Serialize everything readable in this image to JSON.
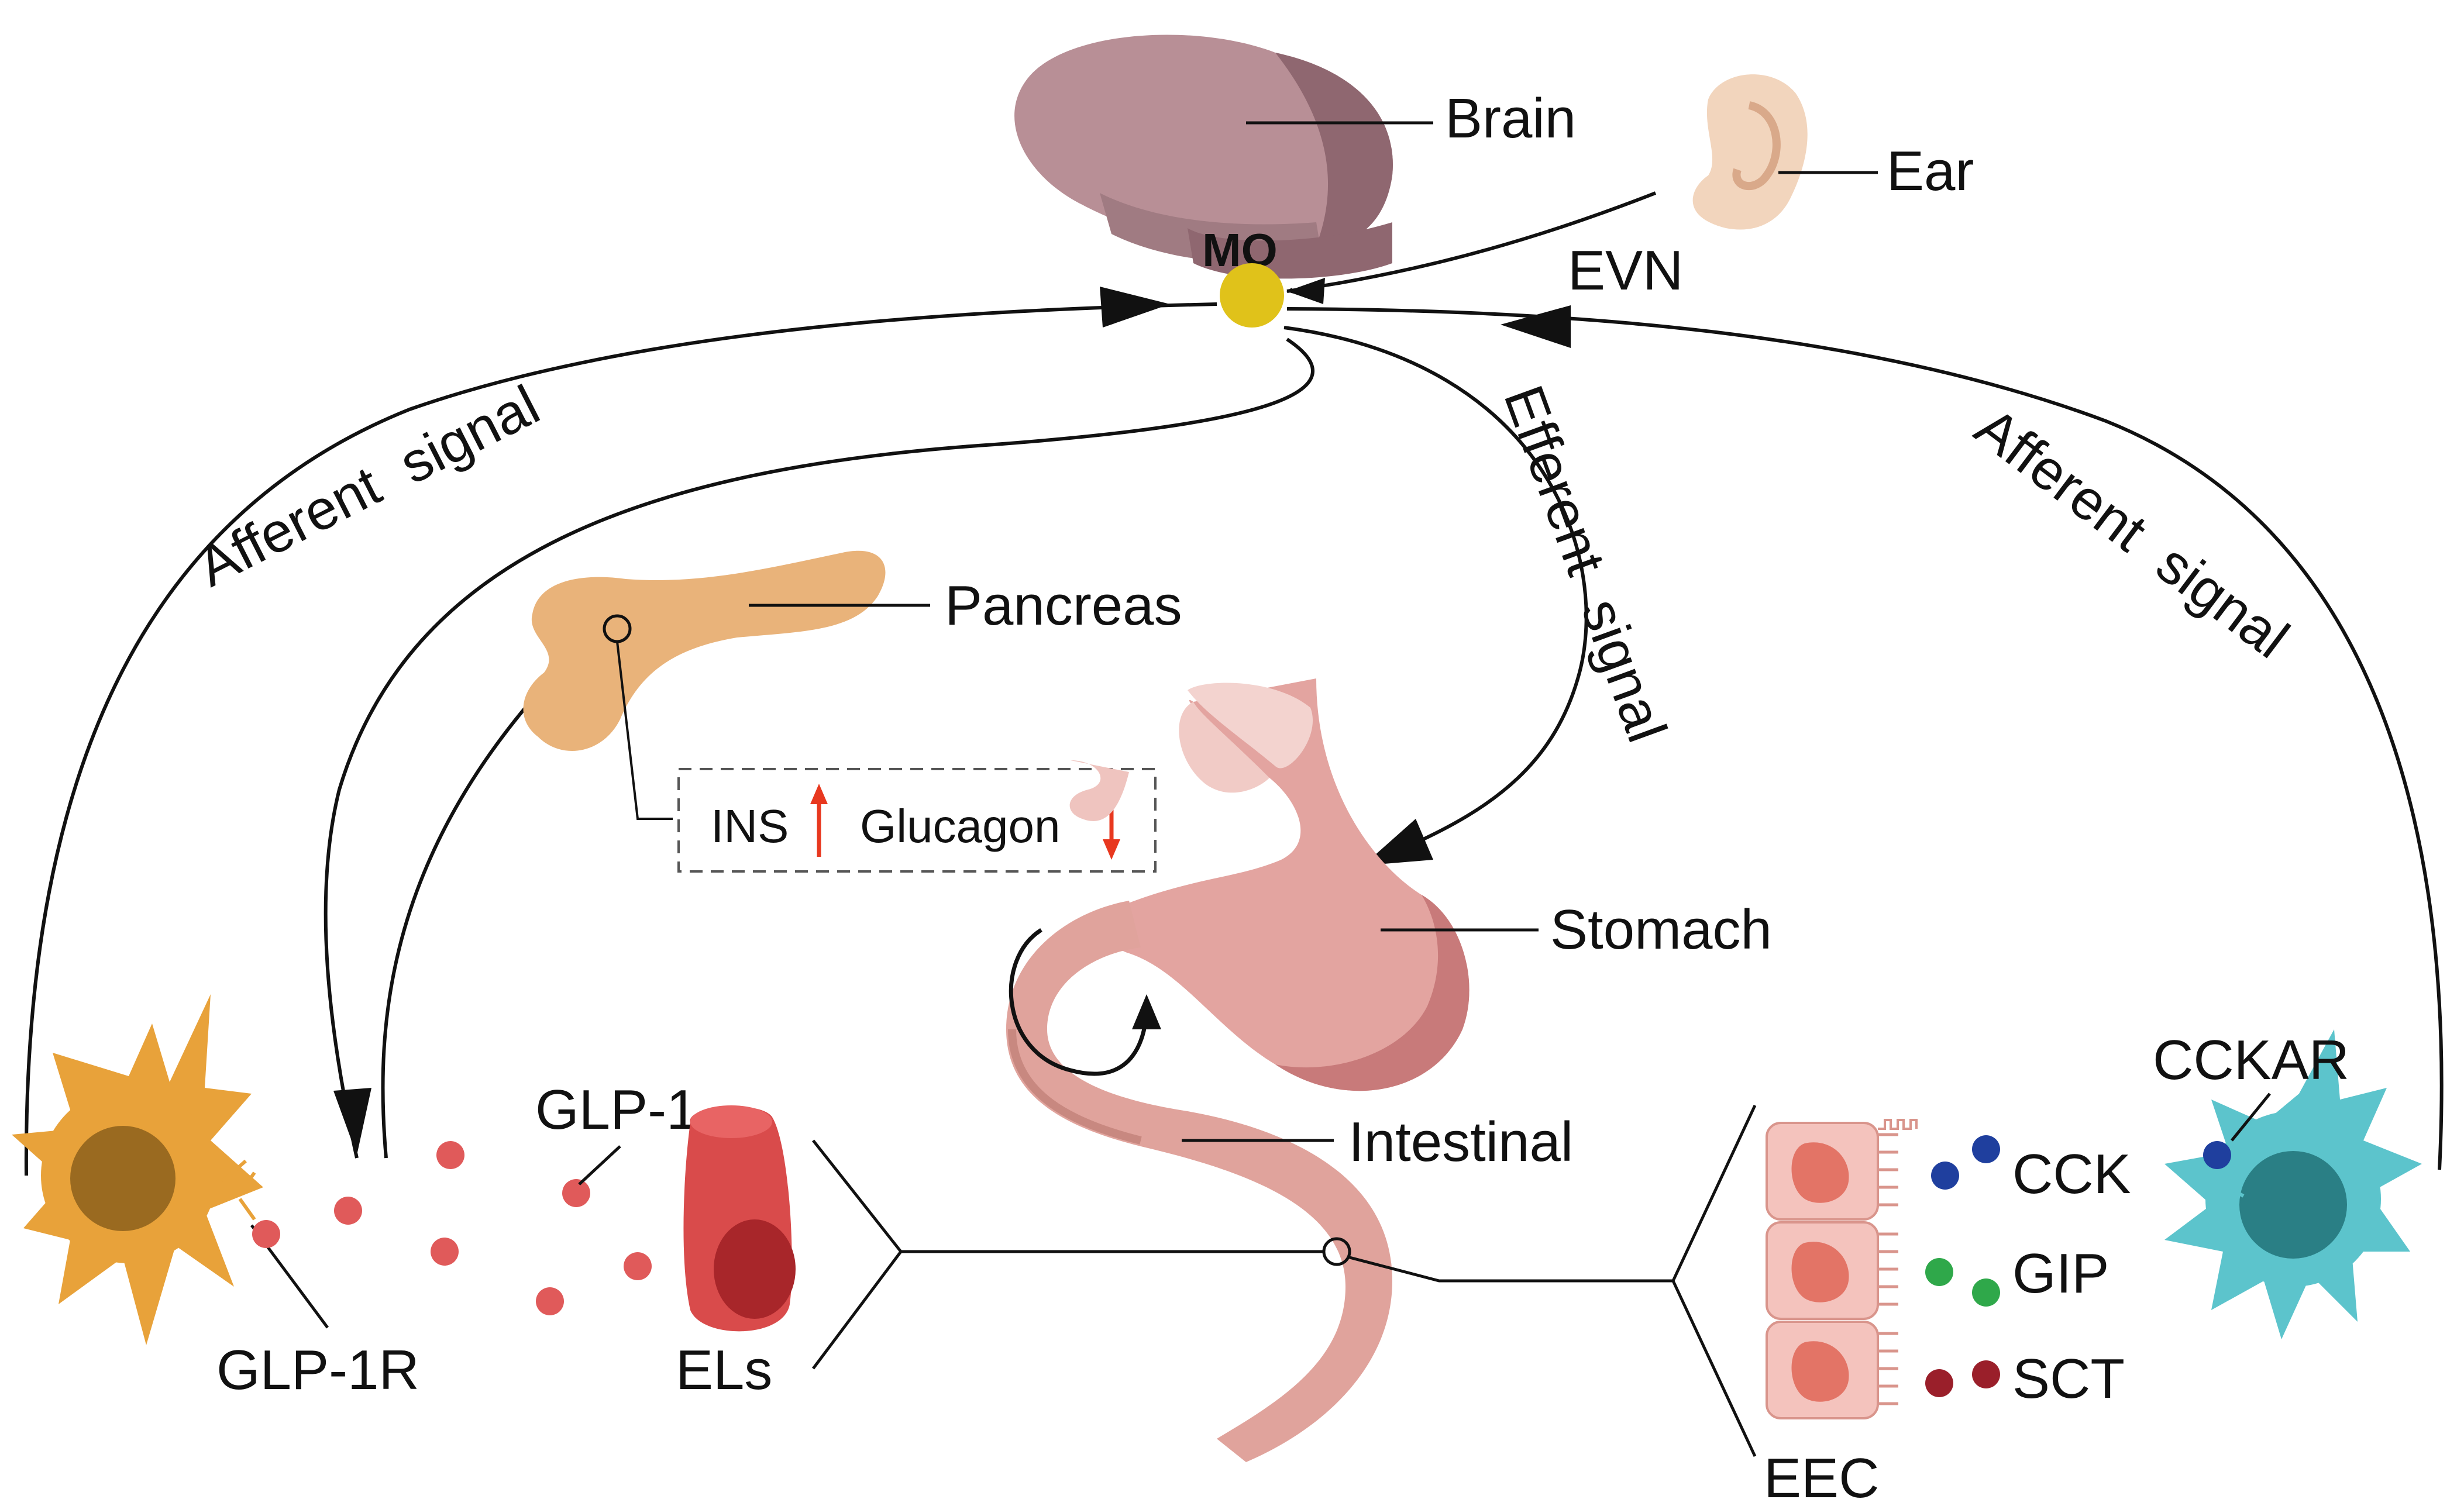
{
  "labels": {
    "brain": "Brain",
    "ear": "Ear",
    "mo": "MO",
    "evn": "EVN",
    "afferent_left": "Afferent  signal",
    "afferent_right": "Afferent  signal",
    "efferent": "Efferent  signal",
    "pancreas": "Pancreas",
    "ins": "INS",
    "glucagon": "Glucagon",
    "stomach": "Stomach",
    "intestinal": "Intestinal",
    "glp1": "GLP-1",
    "glp1r": "GLP-1R",
    "els": "ELs",
    "cckar": "CCKAR",
    "cck": "CCK",
    "gip": "GIP",
    "sct": "SCT",
    "eec": "EEC"
  },
  "colors": {
    "brain": "#b88f96",
    "brain_dark": "#8f6770",
    "mo_node": "#e0c21a",
    "ear": "#f2d5bd",
    "pancreas": "#e9b37a",
    "stomach": "#e3a4a0",
    "intestine": "#e0a39c",
    "l_cell": "#e8a23a",
    "l_cell_nucleus": "#9a6a20",
    "glp1_dot": "#e05a5a",
    "els": "#d94b4b",
    "eec_cell": "#f4c3bd",
    "eec_nucleus": "#e37466",
    "cck_dot": "#1f3f9e",
    "gip_dot": "#2fa84a",
    "sct_dot": "#9a1f2a",
    "cckar_cell": "#5cc4cc",
    "up_arrow": "#e8381f",
    "down_arrow": "#e8381f"
  },
  "icons": {
    "ins_change": "up-arrow",
    "glucagon_change": "down-arrow"
  }
}
